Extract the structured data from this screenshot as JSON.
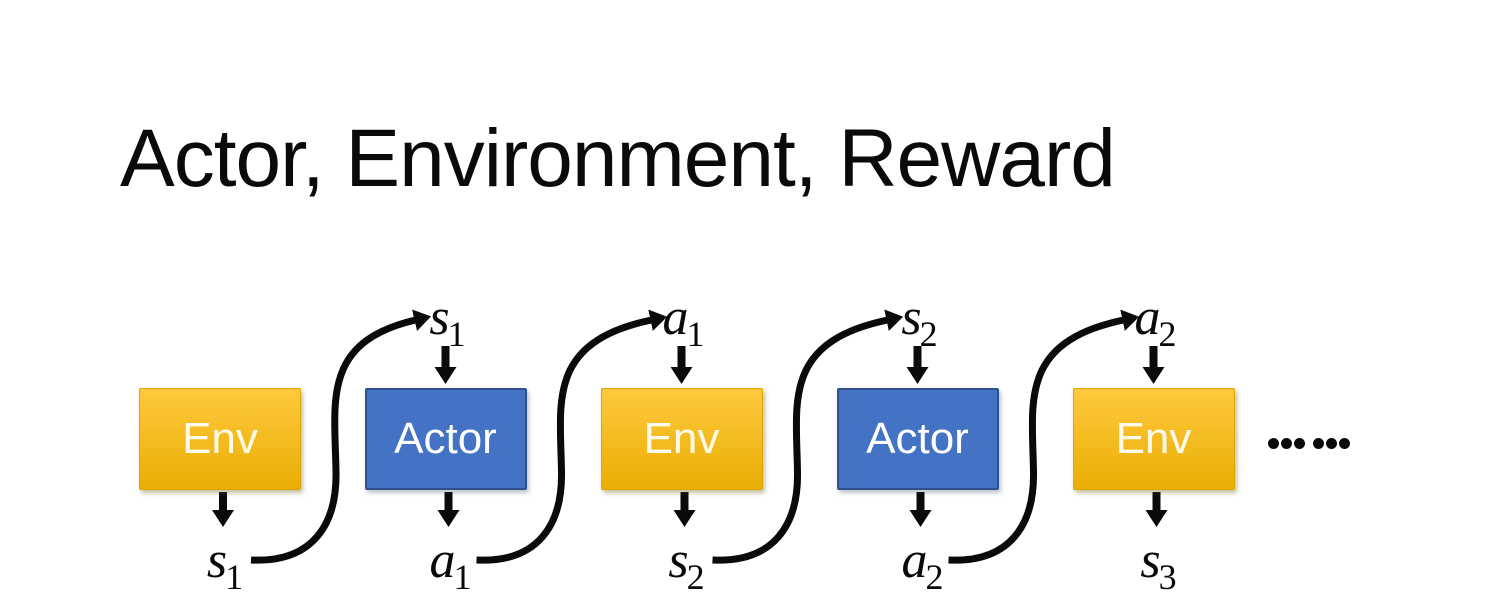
{
  "title": "Actor, Environment, Reward",
  "diagram": {
    "boxes": [
      {
        "id": "env-1",
        "kind": "env",
        "label": "Env"
      },
      {
        "id": "actor-1",
        "kind": "actor",
        "label": "Actor"
      },
      {
        "id": "env-2",
        "kind": "env",
        "label": "Env"
      },
      {
        "id": "actor-2",
        "kind": "actor",
        "label": "Actor"
      },
      {
        "id": "env-3",
        "kind": "env",
        "label": "Env"
      }
    ],
    "top_labels": [
      {
        "box_index": 1,
        "letter": "s",
        "sub": "1"
      },
      {
        "box_index": 2,
        "letter": "a",
        "sub": "1"
      },
      {
        "box_index": 3,
        "letter": "s",
        "sub": "2"
      },
      {
        "box_index": 4,
        "letter": "a",
        "sub": "2"
      }
    ],
    "bottom_labels": [
      {
        "box_index": 0,
        "letter": "s",
        "sub": "1"
      },
      {
        "box_index": 1,
        "letter": "a",
        "sub": "1"
      },
      {
        "box_index": 2,
        "letter": "s",
        "sub": "2"
      },
      {
        "box_index": 3,
        "letter": "a",
        "sub": "2"
      },
      {
        "box_index": 4,
        "letter": "s",
        "sub": "3"
      }
    ],
    "flow_arrows": [
      {
        "from": "s1-out",
        "to": "s1-in"
      },
      {
        "from": "a1-out",
        "to": "a1-in"
      },
      {
        "from": "s2-out",
        "to": "s2-in"
      },
      {
        "from": "a2-out",
        "to": "a2-in"
      }
    ],
    "ellipsis_dot_count": 6
  },
  "icons": {
    "down_arrow": "solid black downward arrow",
    "flow_arrow": "thick black S-curved arrow with right-pointing head",
    "ellipsis": "six black dots continuation mark"
  },
  "colors": {
    "env_gradient_top": "#FFC93E",
    "env_gradient_bottom": "#E9AE04",
    "env_border": "#DCA603",
    "actor_fill": "#4472C4",
    "actor_border": "#2F528F",
    "ink": "#0A0A0A",
    "background": "#FFFFFF",
    "box_text": "#FFFFFF"
  }
}
